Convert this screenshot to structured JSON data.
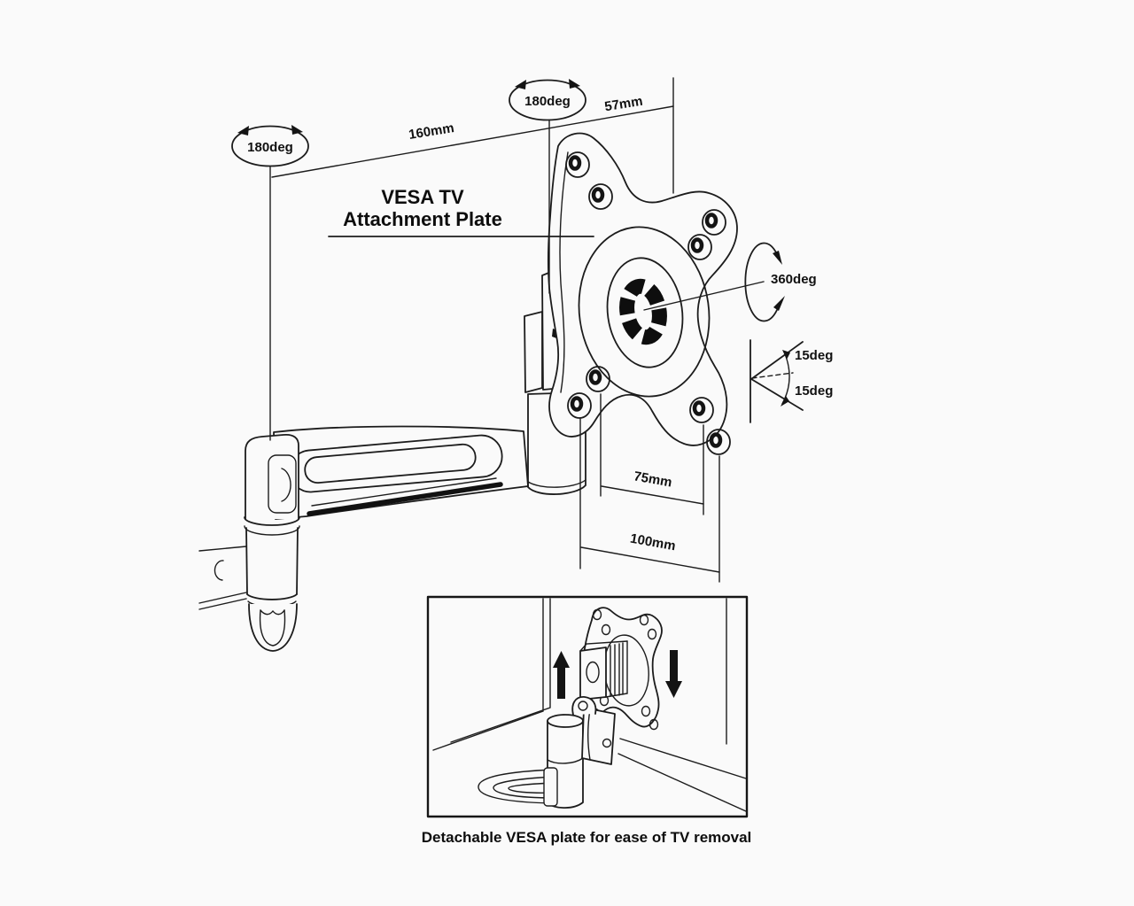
{
  "colors": {
    "background": "#fafafa",
    "line": "#1c1c1c",
    "text": "#111111"
  },
  "main_diagram": {
    "title_line1": "VESA TV",
    "title_line2": "Attachment Plate",
    "rotation_labels": {
      "wall_joint_swivel": "180deg",
      "plate_joint_swivel": "180deg",
      "plate_rotation": "360deg",
      "tilt_up": "15deg",
      "tilt_down": "15deg"
    },
    "dimensions": {
      "arm_length": "160mm",
      "plate_offset": "57mm",
      "vesa_pattern_inner": "75mm",
      "vesa_pattern_outer": "100mm"
    }
  },
  "inset": {
    "caption": "Detachable VESA plate for ease of TV removal"
  }
}
